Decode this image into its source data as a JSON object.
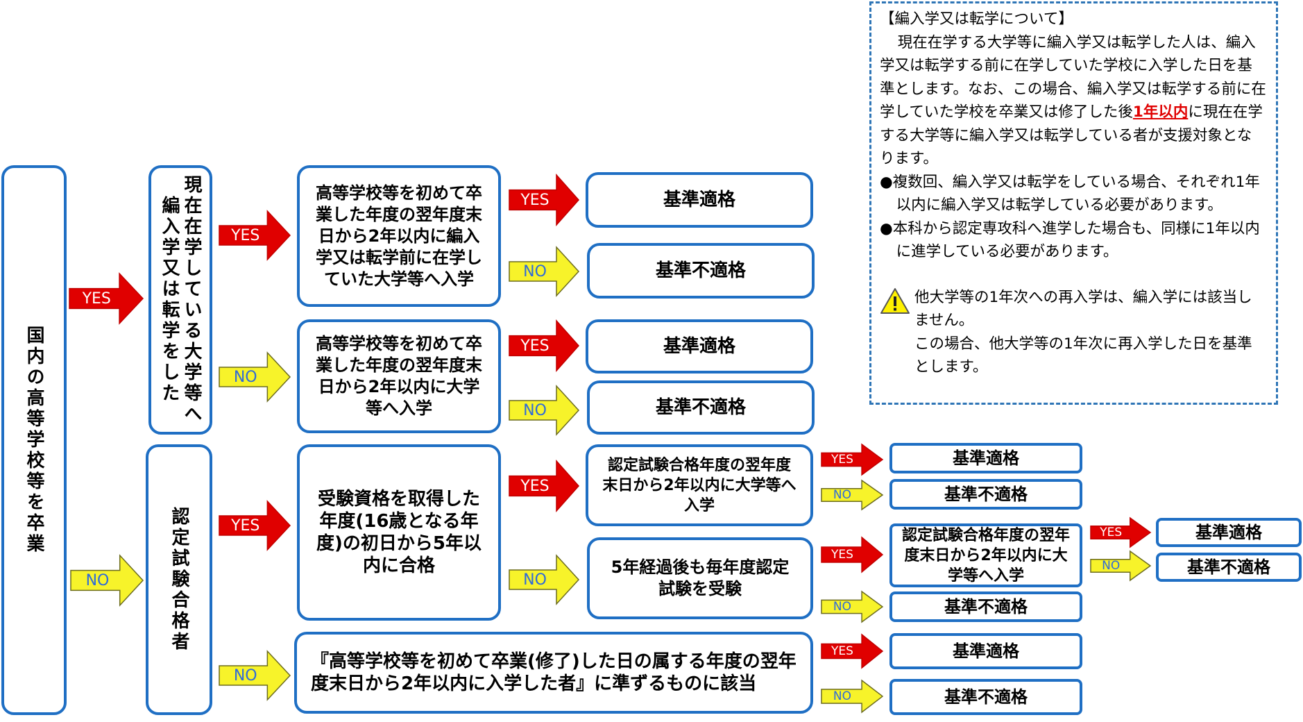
{
  "flow": {
    "root": "国内の高等学校等を卒業",
    "transfer_question": "現在在学している大学等へ編入学又は転学をした",
    "exam_question": "認定試験合格者",
    "cond_transfer": "高等学校等を初めて卒業した年度の翌年度末日から2年以内に編入学又は転学前に在学していた大学等へ入学",
    "cond_direct": "高等学校等を初めて卒業した年度の翌年度末日から2年以内に大学等へ入学",
    "cond_exam_5yr": "受験資格を取得した年度(16歳となる年度)の初日から5年以内に合格",
    "cond_exam_next": "認定試験合格年度の翌年度末日から2年以内に大学等へ入学",
    "cond_exam_after5": "5年経過後も毎年度認定試験を受験",
    "cond_exam_next2": "認定試験合格年度の翌年度末日から2年以内に大学等へ入学",
    "cond_equiv": "『高等学校等を初めて卒業(修了)した日の属する年度の翌年度末日から2年以内に入学した者』に準ずるものに該当",
    "result_pass": "基準適格",
    "result_fail": "基準不適格",
    "yes": "YES",
    "no": "NO"
  },
  "note": {
    "heading": "【編入学又は転学について】",
    "p1_a": "現在在学する大学等に編入学又は転学した人は、編入学又は転学する前に在学していた学校に入学した日を基準とします。なお、この場合、編入学又は転学する前に在学していた学校を卒業又は修了した後",
    "p1_red": "1年以内",
    "p1_b": "に現在在学する大学等に編入学又は転学している者が支援対象となります。",
    "bullet1": "●複数回、編入学又は転学をしている場合、それぞれ1年以内に編入学又は転学している必要があります。",
    "bullet2": "●本科から認定専攻科へ進学した場合も、同様に1年以内に進学している必要があります。",
    "warn1": "他大学等の1年次への再入学は、編入学には該当しません。",
    "warn2": "この場合、他大学等の1年次に再入学した日を基準とします。",
    "warn_icon": "warning-triangle-icon",
    "colors": {
      "border": "#1f6fc4",
      "yes_arrow": "#e00000",
      "no_arrow": "#f7f32a",
      "highlight": "#e00000"
    }
  }
}
